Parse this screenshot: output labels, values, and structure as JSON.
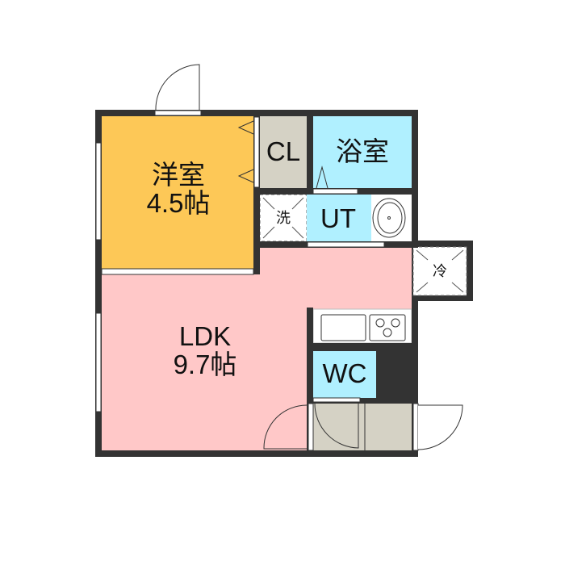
{
  "rooms": {
    "western": {
      "name": "洋室",
      "size": "4.5帖"
    },
    "closet": {
      "name": "CL"
    },
    "bath": {
      "name": "浴室"
    },
    "washer": {
      "name": "洗"
    },
    "utility": {
      "name": "UT"
    },
    "fridge": {
      "name": "冷"
    },
    "ldk": {
      "name": "LDK",
      "size": "9.7帖"
    },
    "toilet": {
      "name": "WC"
    }
  },
  "colors": {
    "wall": "#333333",
    "western": "#FDC857",
    "ldk": "#FFC8C8",
    "wet": "#B0F0FF",
    "storage": "#D5D2C5"
  }
}
